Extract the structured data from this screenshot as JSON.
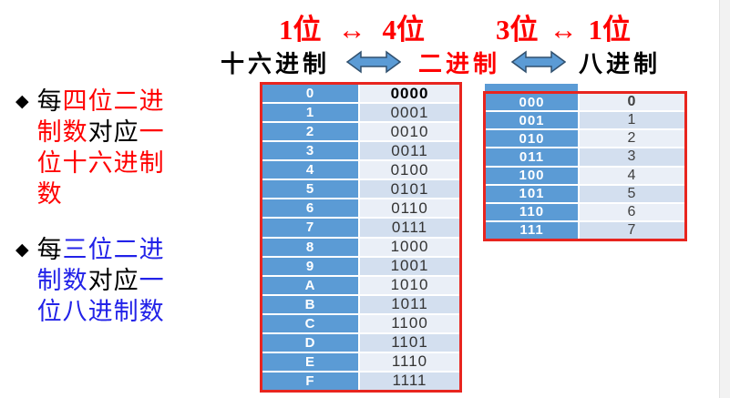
{
  "colors": {
    "accent_red": "#ff0000",
    "accent_blue_text": "#2222e8",
    "table_blue": "#5b9bd5",
    "row_light": "#eaeff7",
    "row_shaded": "#d3dfef",
    "table_border_red": "#e8251f"
  },
  "header": {
    "left_ratio": {
      "a": "1位",
      "arrow": "↔",
      "b": "4位"
    },
    "right_ratio": {
      "a": "3位",
      "arrow": "↔",
      "b": "1位"
    },
    "hex_label": "十六进制",
    "bin_label": "二进制",
    "oct_label": "八进制"
  },
  "bullets": {
    "marker": "◆",
    "first": {
      "seg1": "每",
      "seg2": "四位二进制数",
      "seg3": "对应",
      "seg4": "一位十六进制数"
    },
    "second": {
      "seg1": "每",
      "seg2": "三位二进制数",
      "seg3": "对应",
      "seg4": "一位八进制数"
    }
  },
  "hex_table": {
    "rows": [
      {
        "hex": "0",
        "bin": "0000"
      },
      {
        "hex": "1",
        "bin": "0001"
      },
      {
        "hex": "2",
        "bin": "0010"
      },
      {
        "hex": "3",
        "bin": "0011"
      },
      {
        "hex": "4",
        "bin": "0100"
      },
      {
        "hex": "5",
        "bin": "0101"
      },
      {
        "hex": "6",
        "bin": "0110"
      },
      {
        "hex": "7",
        "bin": "0111"
      },
      {
        "hex": "8",
        "bin": "1000"
      },
      {
        "hex": "9",
        "bin": "1001"
      },
      {
        "hex": "A",
        "bin": "1010"
      },
      {
        "hex": "B",
        "bin": "1011"
      },
      {
        "hex": "C",
        "bin": "1100"
      },
      {
        "hex": "D",
        "bin": "1101"
      },
      {
        "hex": "E",
        "bin": "1110"
      },
      {
        "hex": "F",
        "bin": "1111"
      }
    ]
  },
  "oct_table": {
    "rows": [
      {
        "bin": "000",
        "oct": "0"
      },
      {
        "bin": "001",
        "oct": "1"
      },
      {
        "bin": "010",
        "oct": "2"
      },
      {
        "bin": "011",
        "oct": "3"
      },
      {
        "bin": "100",
        "oct": "4"
      },
      {
        "bin": "101",
        "oct": "5"
      },
      {
        "bin": "110",
        "oct": "6"
      },
      {
        "bin": "111",
        "oct": "7"
      }
    ]
  }
}
